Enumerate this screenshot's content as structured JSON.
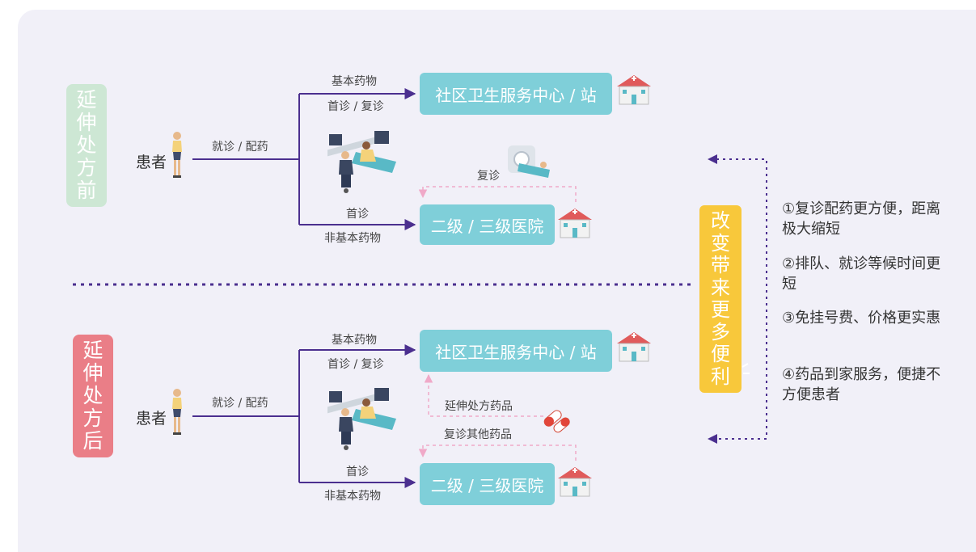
{
  "before": {
    "label": "延伸处方前",
    "patient": "患者",
    "visit": "就诊 / 配药",
    "basic_drugs": "基本药物",
    "first_return": "首诊 / 复诊",
    "return_visit": "复诊",
    "first_visit": "首诊",
    "nonbasic_drugs": "非基本药物",
    "community": "社区卫生服务中心 / 站",
    "hospital": "二级 / 三级医院"
  },
  "after": {
    "label": "延伸处方后",
    "patient": "患者",
    "visit": "就诊 / 配药",
    "basic_drugs": "基本药物",
    "first_return": "首诊 / 复诊",
    "extended_drugs": "延伸处方药品",
    "other_drugs": "复诊其他药品",
    "first_visit": "首诊",
    "nonbasic_drugs": "非基本药物",
    "community": "社区卫生服务中心 / 站",
    "hospital": "二级 / 三级医院"
  },
  "change": "改变带来更多便利",
  "benefits": [
    "①复诊配药更方便，距离极大缩短",
    "②排队、就诊等候时间更短",
    "③免挂号费、价格更实惠",
    "④药品到家服务，便捷不方便患者"
  ],
  "colors": {
    "arrow": "#4b2f8f",
    "hospital_box": "#7fcfd9",
    "pink_dash": "#f0a9c8",
    "change_box": "#f8c83b",
    "before_badge": "#cde7d4",
    "after_badge": "#ea7e87"
  }
}
